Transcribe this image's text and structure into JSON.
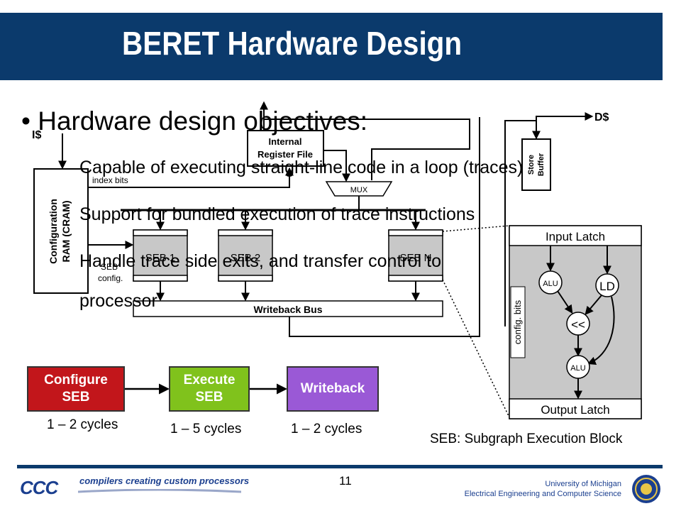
{
  "title": "BERET Hardware Design",
  "bullets": {
    "main": "Hardware design objectives:",
    "sub1": "Capable of executing straight-line code in a loop (traces)",
    "sub2": "Support for bundled execution of trace instructions",
    "sub3a": "Handle trace side exits, and transfer control to",
    "sub3b": "processor"
  },
  "diagram": {
    "icache": "I$",
    "dcache": "D$",
    "internal_register_file": [
      "Internal",
      "Register File"
    ],
    "store_buffer": [
      "Store",
      "Buffer"
    ],
    "mux": "MUX",
    "cram": [
      "Configuration",
      "RAM (CRAM)"
    ],
    "index_bits": "index bits",
    "seb_config": [
      "SEB",
      "config."
    ],
    "sebs": [
      "SEB 1",
      "SEB 2",
      "SEB N"
    ],
    "writeback_bus": "Writeback Bus"
  },
  "seb_detail": {
    "input_latch": "Input Latch",
    "output_latch": "Output Latch",
    "config_bits": "config. bits",
    "alu_top": "ALU",
    "ld": "LD",
    "shift": "<<",
    "alu_bottom": "ALU"
  },
  "pipeline": {
    "stages": [
      {
        "label1": "Configure",
        "label2": "SEB",
        "cycles": "1 – 2 cycles",
        "color": "#c2161b"
      },
      {
        "label1": "Execute",
        "label2": "SEB",
        "cycles": "1 – 5 cycles",
        "color": "#80c21c"
      },
      {
        "label1": "Writeback",
        "label2": "",
        "cycles": "1 – 2 cycles",
        "color": "#9a59d6"
      }
    ]
  },
  "caption": "SEB: Subgraph Execution Block",
  "footer": {
    "page_number": "11",
    "logo_text": "CCC",
    "tagline": "compilers creating custom processors",
    "university": "University of Michigan",
    "department": "Electrical Engineering and Computer Science"
  },
  "colors": {
    "title_bar": "#0b3a6c",
    "seb_fill": "#c8c8c8",
    "detail_fill": "#c8c8c8"
  }
}
